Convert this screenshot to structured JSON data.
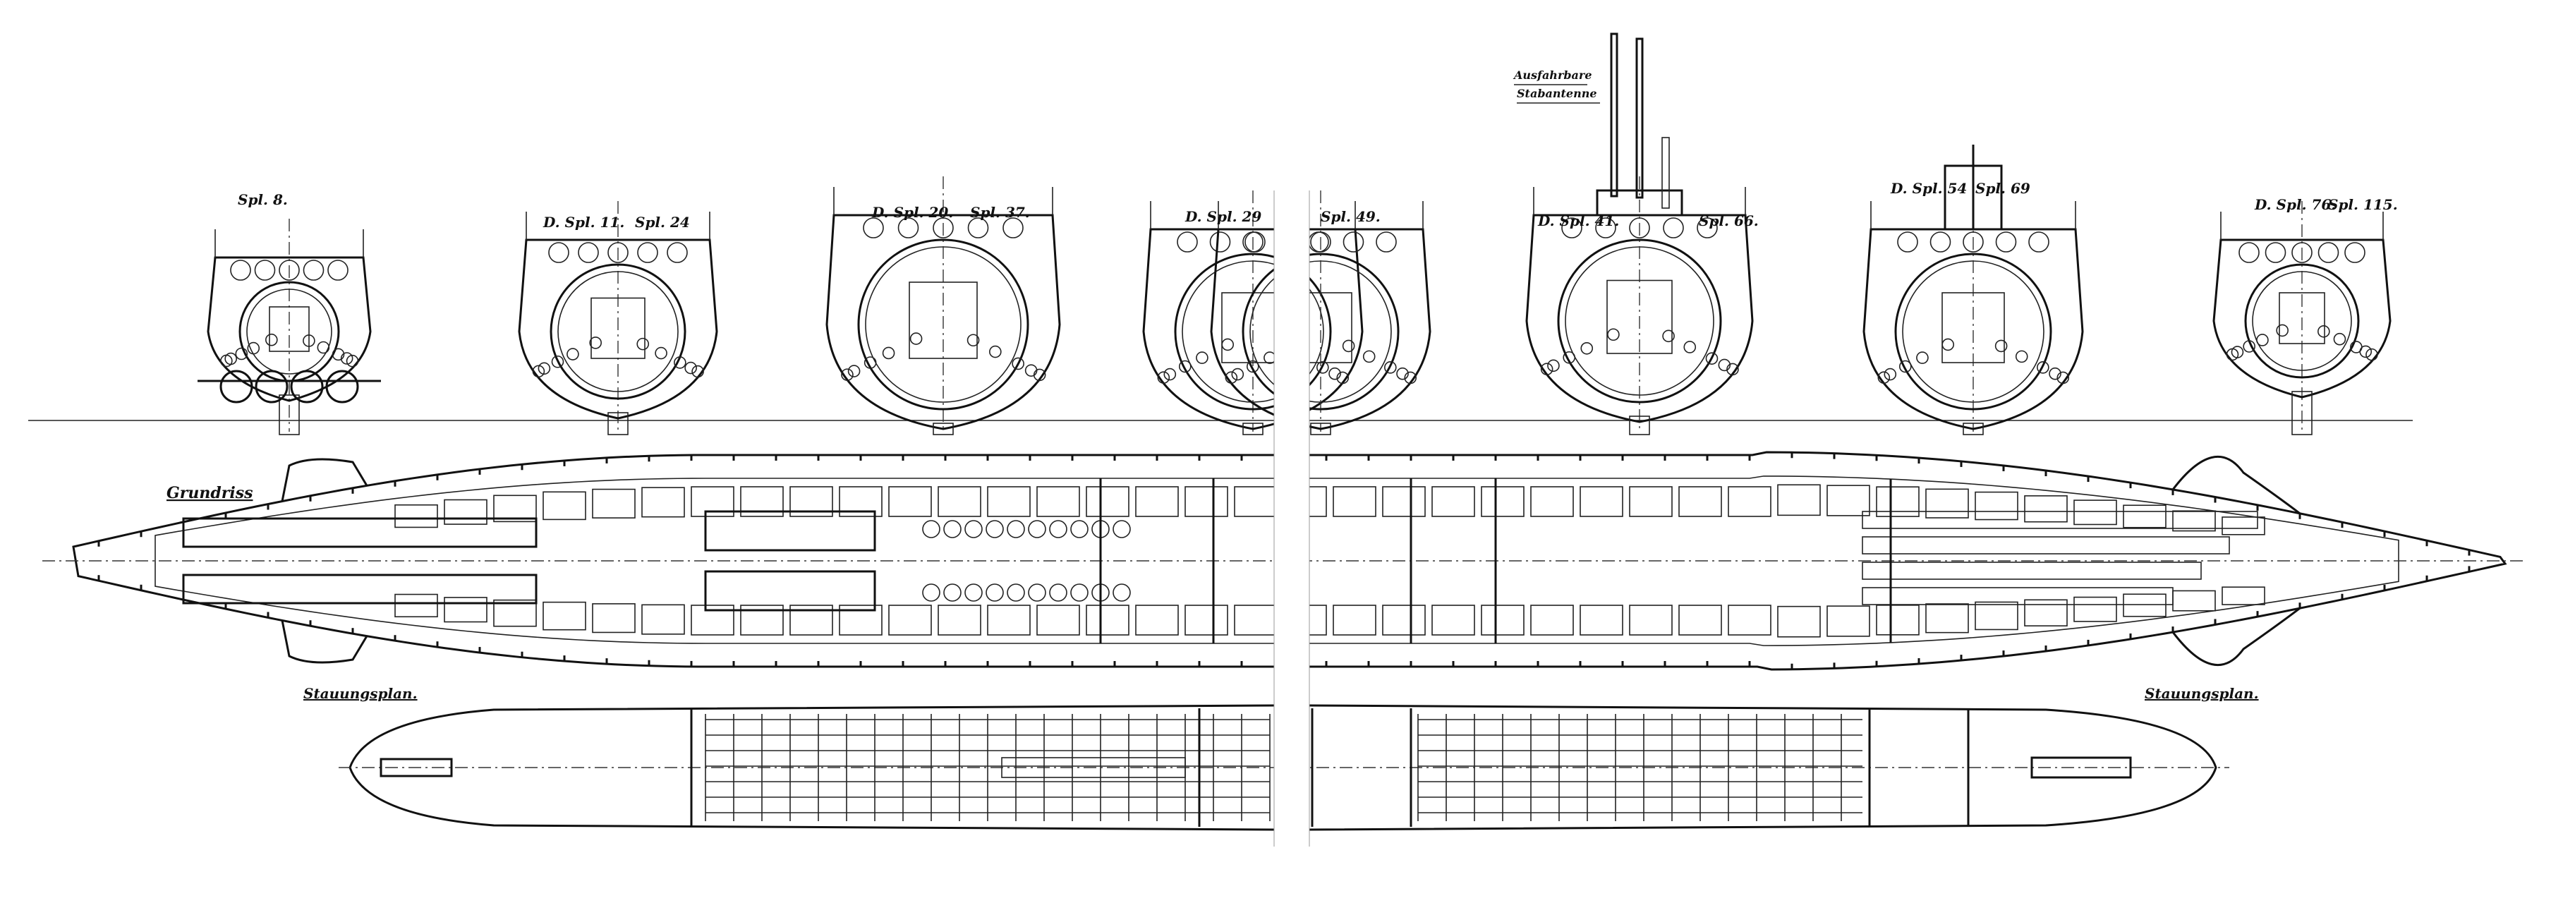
{
  "drawing": {
    "plan_title": "Grundriss",
    "stowage_title_left": "Stauungsplan.",
    "stowage_title_right": "Stauungsplan.",
    "mast_label_line1": "Ausfahrbare",
    "mast_label_line2": "Stabantenne",
    "sections": [
      {
        "left": "",
        "right": "Spl. 8."
      },
      {
        "left": "D. Spl. 11.",
        "right": "Spl. 24"
      },
      {
        "left": "D. Spl. 20.",
        "right": "Spl. 37."
      },
      {
        "left": "D. Spl. 29",
        "right": ""
      },
      {
        "left": "",
        "right": "Spl. 49."
      },
      {
        "left": "D. Spl. 41.",
        "right": "Spl. 66."
      },
      {
        "left": "D. Spl. 54",
        "right": "Spl. 69"
      },
      {
        "left": "D. Spl. 76.",
        "right": "Spl. 115."
      }
    ]
  }
}
